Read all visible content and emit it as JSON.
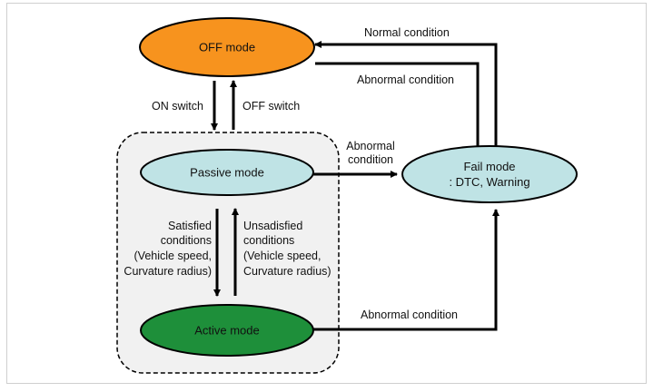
{
  "states": {
    "off": {
      "label": "OFF mode",
      "fill": "#F7931E"
    },
    "passive": {
      "label": "Passive mode",
      "fill": "#BFE3E5"
    },
    "active": {
      "label": "Active mode",
      "fill": "#1E8F3A"
    },
    "fail": {
      "line1": "Fail mode",
      "line2": ": DTC, Warning",
      "fill": "#BFE3E5"
    }
  },
  "group": {
    "fill": "#F1F1F1"
  },
  "transitions": {
    "on_switch": "ON switch",
    "off_switch": "OFF switch",
    "normal_condition": "Normal condition",
    "abnormal_off_to_fail": "Abnormal condition",
    "abnormal_passive_line1": "Abnormal",
    "abnormal_passive_line2": "condition",
    "abnormal_active_to_fail": "Abnormal condition",
    "satisfied": [
      "Satisfied",
      "conditions",
      "(Vehicle speed,",
      "Curvature radius)"
    ],
    "unsatisfied": [
      "Unsadisfied",
      "conditions",
      "(Vehicle speed,",
      "Curvature radius)"
    ]
  }
}
